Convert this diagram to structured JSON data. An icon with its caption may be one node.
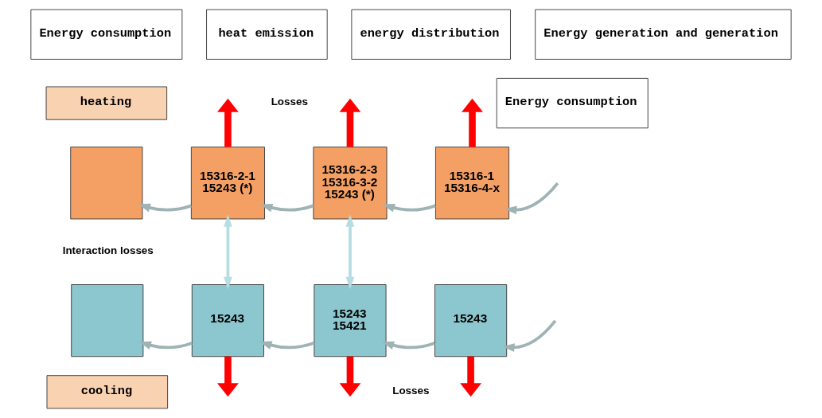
{
  "diagram": {
    "nodes": [
      {
        "text": [
          "Energy consumption"
        ]
      },
      {
        "text": [
          "heating"
        ]
      },
      {
        "text": [
          "heat emission"
        ]
      },
      {
        "text": [
          "energy distribution"
        ]
      },
      {
        "text": [
          "Energy generation and generation"
        ]
      },
      {
        "text": [
          "Energy consumption"
        ]
      },
      {
        "text": [
          "cooling"
        ]
      },
      {
        "text": [],
        "shape": "box"
      },
      {
        "text": [
          "15316-2-1",
          "15243 (*)"
        ]
      },
      {
        "text": [
          "15316-2-3",
          "15316-3-2",
          "15243 (*)"
        ]
      },
      {
        "text": [
          "15316-1",
          "15316-4-x"
        ]
      },
      {
        "text": [],
        "shape": "box"
      },
      {
        "text": [
          "15243"
        ]
      },
      {
        "text": [
          "15243",
          "15421"
        ]
      },
      {
        "text": [
          "15243"
        ]
      }
    ],
    "edges": [
      {
        "from": 8,
        "to": null,
        "arrow": "to",
        "style": "thick",
        "color": "#ff0000"
      },
      {
        "from": 9,
        "to": null,
        "arrow": "to",
        "style": "thick",
        "color": "#ff0000"
      },
      {
        "from": null,
        "to": 10,
        "arrow": "to"
      },
      {
        "from": 10,
        "to": null,
        "arrow": "to",
        "style": "thick",
        "color": "#ff0000"
      },
      {
        "from": 10,
        "to": 9,
        "arrow": "to"
      },
      {
        "from": 9,
        "to": 8,
        "arrow": "to"
      },
      {
        "from": 8,
        "to": 7,
        "arrow": "to"
      },
      {
        "from": 8,
        "to": 12,
        "arrow": "both",
        "color": "#b7dde3"
      },
      {
        "from": 9,
        "to": 13,
        "arrow": "both",
        "color": "#b7dde3"
      },
      {
        "from": 14,
        "to": 13,
        "arrow": "to"
      },
      {
        "from": 13,
        "to": 12,
        "arrow": "to"
      },
      {
        "from": 12,
        "to": 11,
        "arrow": "to"
      },
      {
        "from": null,
        "to": 14,
        "arrow": "to"
      },
      {
        "from": 12,
        "to": null,
        "arrow": "to",
        "style": "thick",
        "color": "#ff0000"
      },
      {
        "from": 13,
        "to": null,
        "arrow": "to",
        "style": "thick",
        "color": "#ff0000"
      },
      {
        "from": 14,
        "to": null,
        "arrow": "to",
        "style": "thick",
        "color": "#ff0000"
      }
    ],
    "labels": [
      "Losses",
      "Interaction losses",
      "Losses"
    ]
  }
}
